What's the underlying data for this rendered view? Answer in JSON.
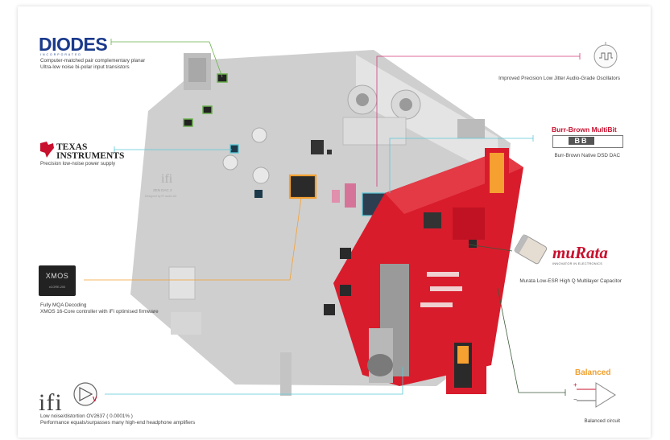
{
  "colors": {
    "board_grey": "#cfcfcf",
    "board_red": "#d81c2c",
    "accent_orange": "#f5a030",
    "callout_cyan": "#5bc8d8",
    "callout_magenta": "#d23a7a",
    "callout_green": "#6ab04c",
    "callout_dark": "#3a5a3a",
    "brand_red": "#c8102e",
    "brand_blue": "#1a3a8c"
  },
  "diodes": {
    "logo": "DIODES",
    "logo_sub": "INCORPORATED",
    "line1": "Computer-matched pair complementary planar",
    "line2": "Ultra-low noise bi-polar input transistors"
  },
  "ti": {
    "logo_line1": "TEXAS",
    "logo_line2": "INSTRUMENTS",
    "caption": "Precision low-noise power supply"
  },
  "xmos": {
    "logo": "XMOS",
    "logo_sub": "xCORE-200",
    "line1": "Fully MQA Decoding",
    "line2": "XMOS 16-Core controller with iFi optimised firmware"
  },
  "ifi": {
    "logo": "ifi",
    "icon_label": "V",
    "line1": "Low noise/distortion OV2637 ( 0.0001% )",
    "line2": "Performance equals/surpasses many high-end headphone amplifiers"
  },
  "oscillator": {
    "caption": "Improved Precision Low Jitter Audio-Grade Oscillators"
  },
  "burr_brown": {
    "logo_title": "Burr-Brown MultiBit",
    "logo_letters": "BB",
    "caption": "Burr-Brown Native DSD DAC"
  },
  "murata": {
    "logo": "muRata",
    "logo_sub": "INNOVATOR IN ELECTRONICS",
    "caption": "Murata Low-ESR High Q Multilayer Capacitor"
  },
  "balanced": {
    "title": "Balanced",
    "caption": "Balanced circuit",
    "plus": "+",
    "minus": "−"
  },
  "board": {
    "model": "ZEN DAC 2",
    "brand": "ifi",
    "sub": "Designed by iFi audio UK"
  }
}
